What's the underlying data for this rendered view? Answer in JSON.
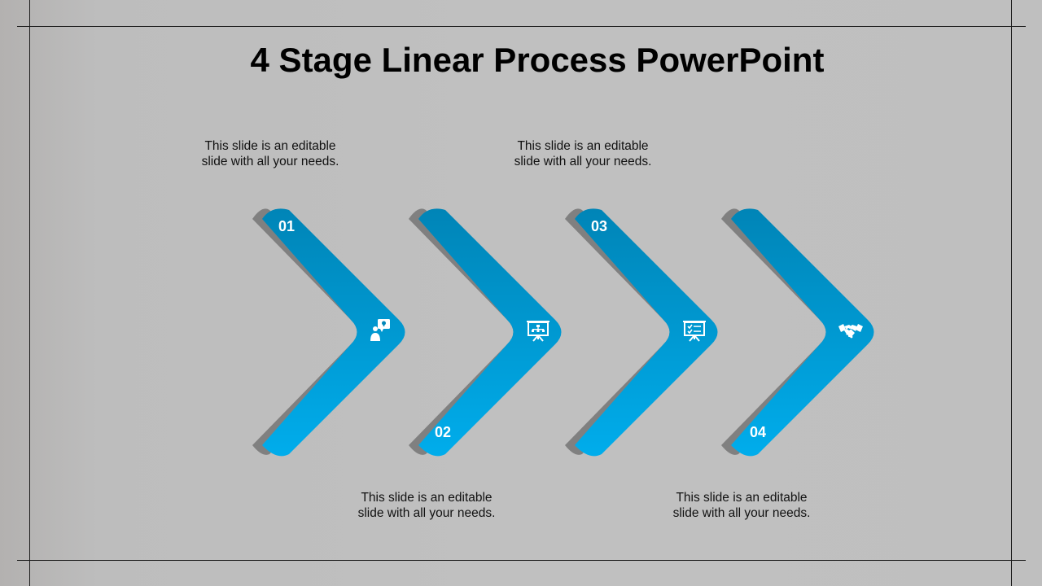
{
  "title": "4 Stage Linear Process PowerPoint",
  "colors": {
    "arrow_top": "#0084b6",
    "arrow_bottom": "#00adec",
    "shadow": "#808080",
    "icon": "#ffffff",
    "text": "#000000"
  },
  "stages": [
    {
      "number": "01",
      "icon": "person-idea-icon",
      "caption_line1": "This slide is an editable",
      "caption_line2": "slide with all your  needs."
    },
    {
      "number": "02",
      "icon": "presentation-hierarchy-icon",
      "caption_line1": "This slide is an editable",
      "caption_line2": "slide with all your  needs."
    },
    {
      "number": "03",
      "icon": "presentation-checklist-icon",
      "caption_line1": "This slide is an editable",
      "caption_line2": "slide with all your  needs."
    },
    {
      "number": "04",
      "icon": "handshake-icon",
      "caption_line1": "This slide is an editable",
      "caption_line2": "slide with all your  needs."
    }
  ]
}
